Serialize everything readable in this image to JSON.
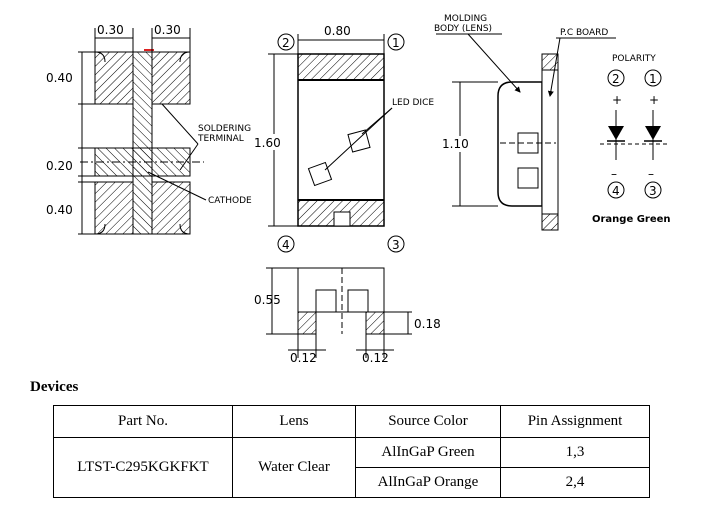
{
  "drawing": {
    "dims": {
      "pad_w_left": "0.30",
      "pad_w_right": "0.30",
      "pad_h_top": "0.40",
      "gap": "0.20",
      "pad_h_bottom": "0.40",
      "body_w": "0.80",
      "body_h": "1.60",
      "lens_h": "1.10",
      "side_h": "0.55",
      "lead_t": "0.18",
      "lead_l": "0.12",
      "lead_r": "0.12"
    },
    "labels": {
      "soldering_1": "SOLDERING",
      "soldering_2": "TERMINAL",
      "cathode": "CATHODE",
      "led_dice": "LED DICE",
      "molding_1": "MOLDING",
      "molding_2": "BODY (LENS)",
      "pc_board": "P.C BOARD",
      "polarity": "POLARITY",
      "orange_green": "Orange Green",
      "plus": "+",
      "minus": "–"
    },
    "pins": {
      "p1": "1",
      "p2": "2",
      "p3": "3",
      "p4": "4"
    }
  },
  "devices": {
    "title": "Devices",
    "headers": [
      "Part No.",
      "Lens",
      "Source Color",
      "Pin Assignment"
    ],
    "part_no": "LTST-C295KGKFKT",
    "lens": "Water Clear",
    "rows": [
      {
        "color": "AlInGaP Green",
        "pins": "1,3"
      },
      {
        "color": "AlInGaP Orange",
        "pins": "2,4"
      }
    ]
  }
}
